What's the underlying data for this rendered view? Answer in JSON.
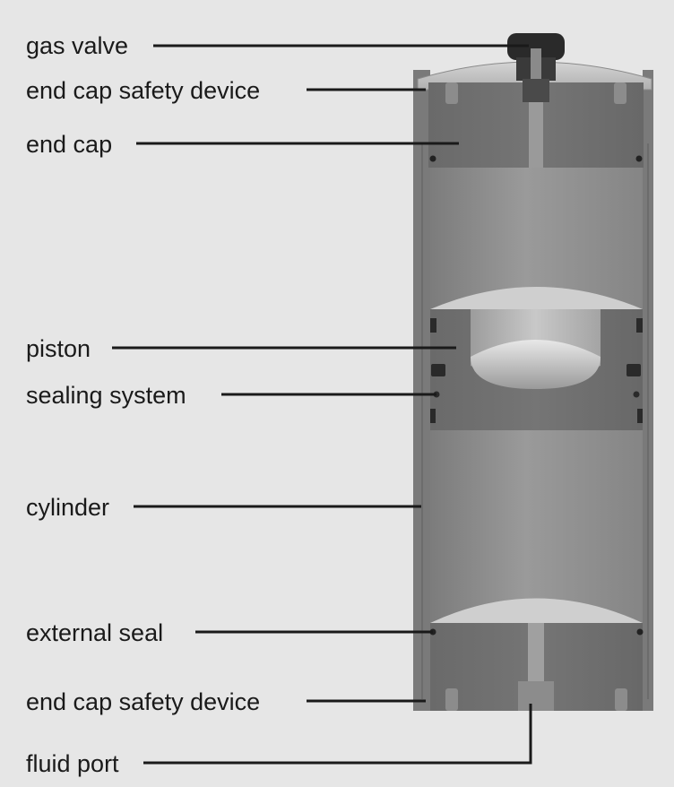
{
  "colors": {
    "background": "#e6e6e6",
    "leader_line": "#1a1a1a",
    "body_dark": "#6e6e6e",
    "body_mid": "#8a8a8a",
    "body_light": "#b5b5b5",
    "bore": "#8c8c8c",
    "seal": "#2a2a2a"
  },
  "callouts": [
    {
      "id": "gas-valve",
      "label": "gas valve",
      "icon": "gas-valve-icon"
    },
    {
      "id": "end-cap-safety-device-top",
      "label": "end cap safety device",
      "icon": "safety-device-icon"
    },
    {
      "id": "end-cap",
      "label": "end cap",
      "icon": "end-cap-icon"
    },
    {
      "id": "piston",
      "label": "piston",
      "icon": "piston-icon"
    },
    {
      "id": "sealing-system",
      "label": "sealing system",
      "icon": "seal-icon"
    },
    {
      "id": "cylinder",
      "label": "cylinder",
      "icon": "cylinder-icon"
    },
    {
      "id": "external-seal",
      "label": "external seal",
      "icon": "seal-icon"
    },
    {
      "id": "end-cap-safety-device-bottom",
      "label": "end cap safety device",
      "icon": "safety-device-icon"
    },
    {
      "id": "fluid-port",
      "label": "fluid port",
      "icon": "fluid-port-icon"
    }
  ]
}
